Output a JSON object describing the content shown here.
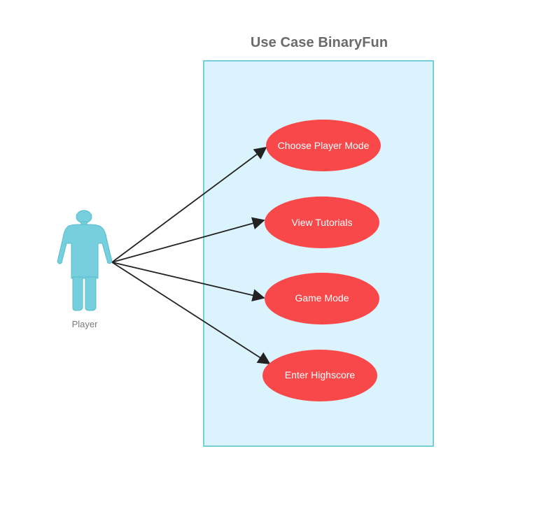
{
  "title": "Use Case BinaryFun",
  "actor": {
    "label": "Player",
    "color": "#76cfdd"
  },
  "use_cases": [
    {
      "label": "Choose Player Mode"
    },
    {
      "label": "View Tutorials"
    },
    {
      "label": "Game Mode"
    },
    {
      "label": "Enter Highscore"
    }
  ],
  "colors": {
    "system_fill": "#dbf3fc",
    "system_border": "#76cfd9",
    "use_case_fill": "#f9484a",
    "arrow": "#222222"
  }
}
